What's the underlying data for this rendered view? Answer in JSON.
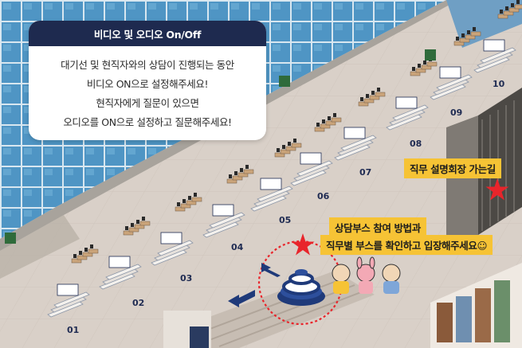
{
  "info_card": {
    "title": "비디오 및 오디오 On/Off",
    "lines": [
      "대기선 및 현직자와의 상담이 진행되는 동안",
      "비디오 ON으로 설정해주세요!",
      "현직자에게 질문이 있으면",
      "오디오를 ON으로 설정하고 질문해주세요!"
    ]
  },
  "callouts": {
    "job_hall": "직무 설명회장 가는길",
    "booth_line1": "상담부스 참여 방법과",
    "booth_line2": "직무별 부스를 확인하고 입장해주세요☺"
  },
  "booth_numbers": [
    "01",
    "02",
    "03",
    "04",
    "05",
    "06",
    "07",
    "08",
    "09",
    "10"
  ],
  "colors": {
    "header_navy": "#1e2a4f",
    "callout_yellow": "#f6c335",
    "star_red": "#e8252b",
    "floor": "#d9d0c8",
    "window_blue": "#4f95c4"
  },
  "icons": {
    "star": "star-icon",
    "kiosk": "booth-guide-kiosk-icon"
  }
}
